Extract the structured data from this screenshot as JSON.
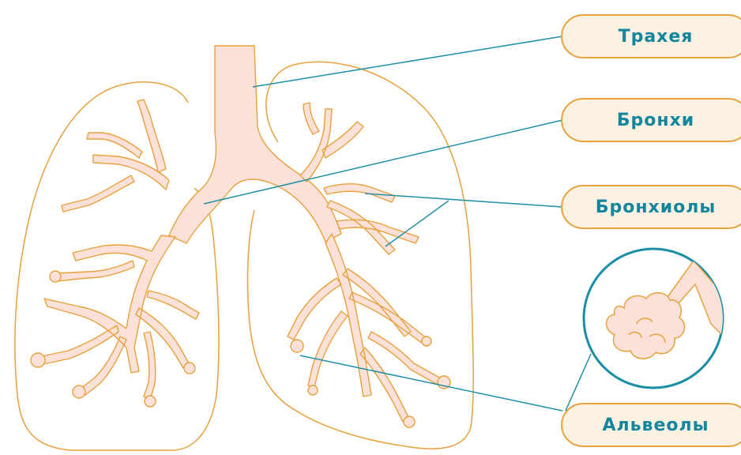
{
  "labels": {
    "trachea": "Трахея",
    "bronchi": "Бронхи",
    "bronchioles": "Бронхиолы",
    "alveoli": "Альвеолы"
  },
  "colors": {
    "outline": "#e8a13c",
    "tissue": "#fbe1d8",
    "leader_line": "#1f8fa6",
    "label_fill": "#fdf1e2",
    "label_text": "#13869e"
  }
}
